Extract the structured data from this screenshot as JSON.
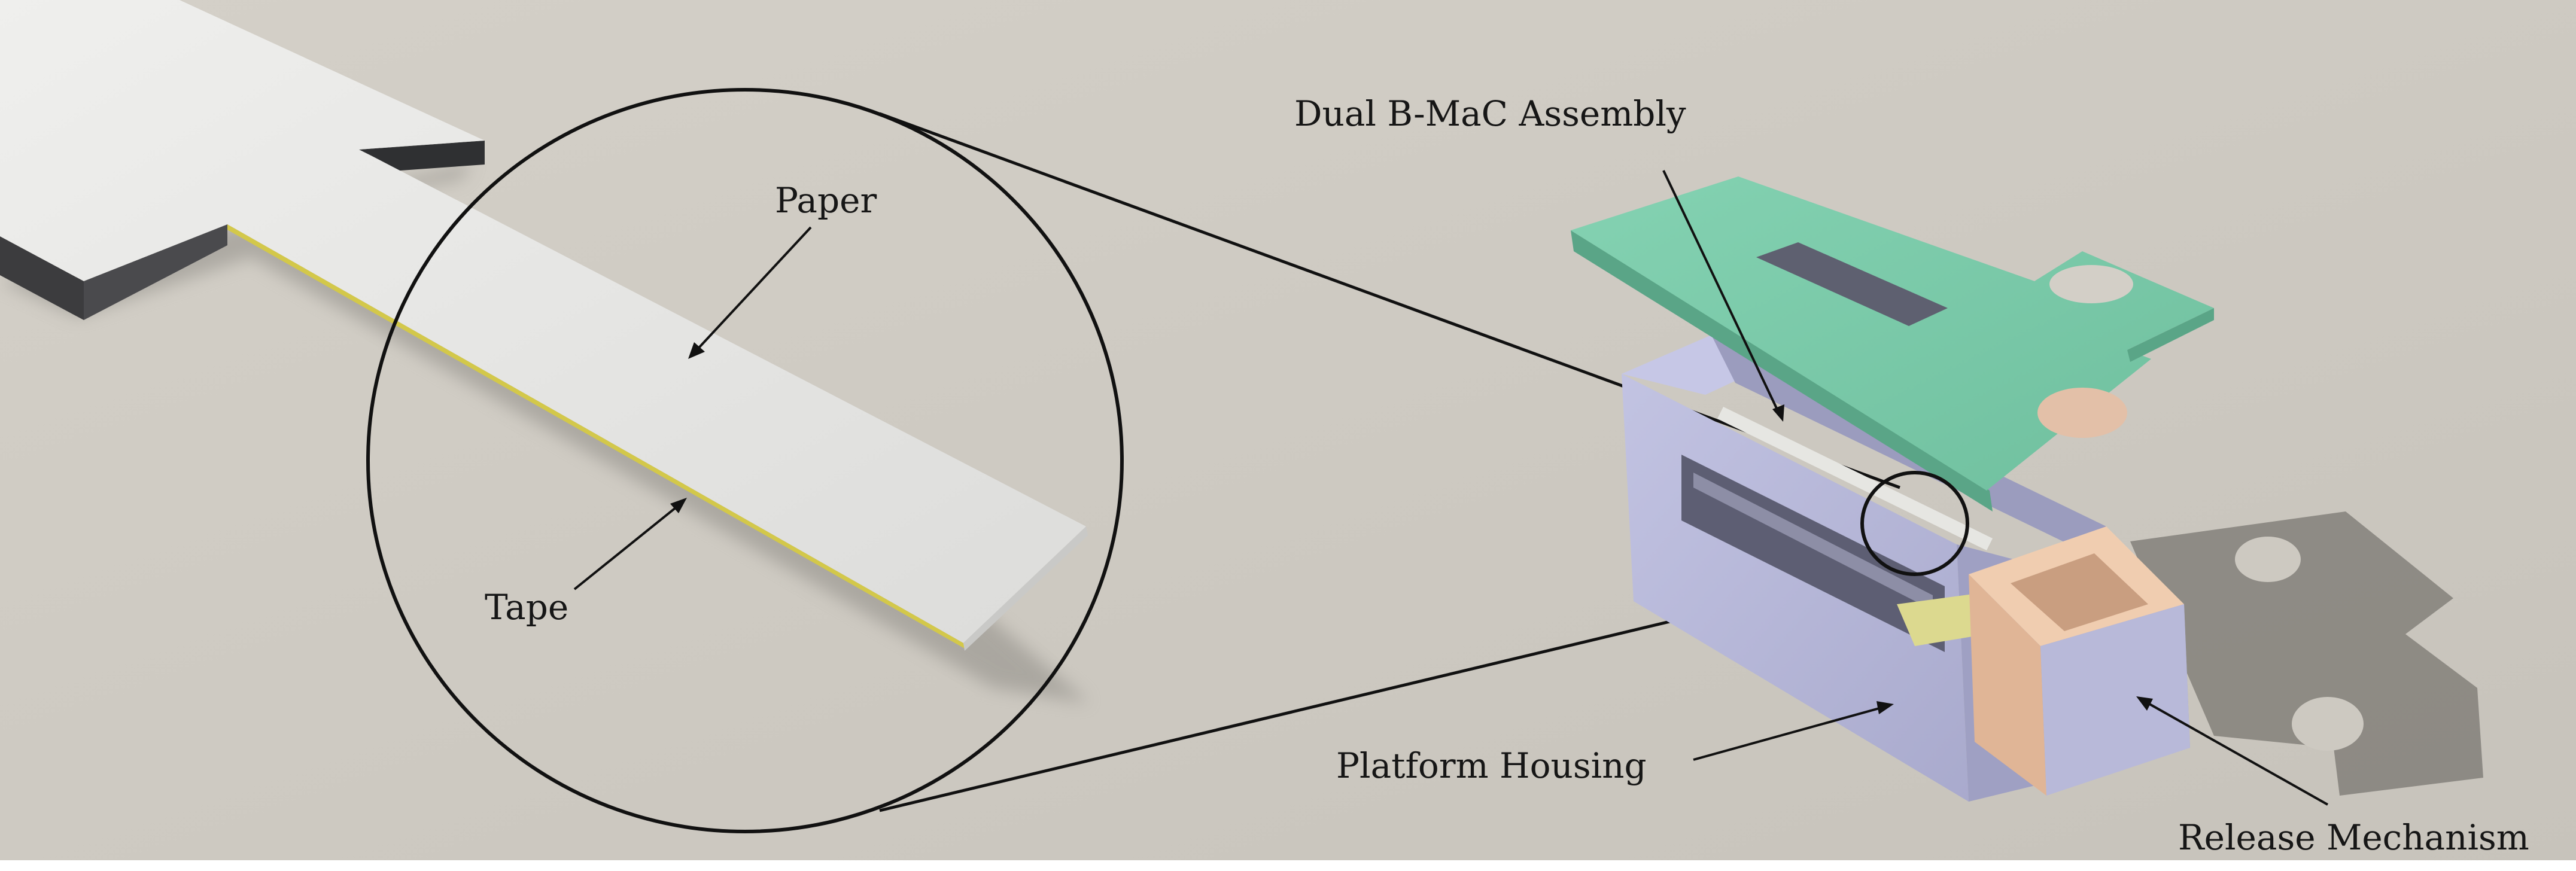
{
  "labels": {
    "paper": "Paper",
    "tape": "Tape",
    "dual_bmac_assembly": "Dual B-MaC Assembly",
    "platform_housing": "Platform Housing",
    "release_mechanism": "Release Mechanism"
  },
  "colors": {
    "background": "#cdc9c1",
    "paper": "#e4e4e2",
    "tape": "#d3c84a",
    "lid": "#7ccbaa",
    "housing": "#b7b8d8",
    "release": "#e9c1a3",
    "strip_holder": "#dcd98f"
  }
}
